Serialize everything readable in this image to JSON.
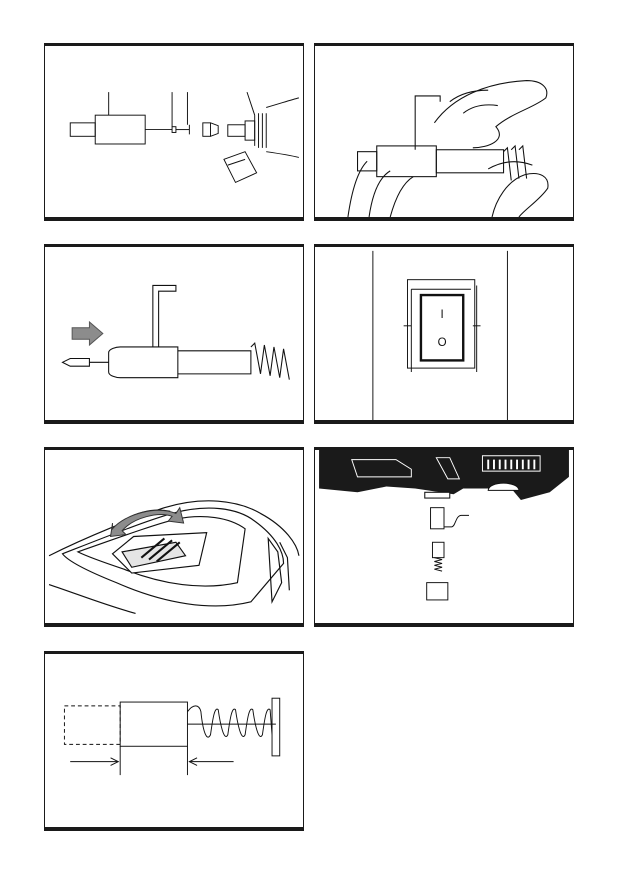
{
  "figures": [
    {
      "id": "fig-1",
      "subject": "accessory-parts-exploded"
    },
    {
      "id": "fig-2",
      "subject": "hand-assembly"
    },
    {
      "id": "fig-3",
      "subject": "insert-tool-with-wrench"
    },
    {
      "id": "fig-4",
      "subject": "on-off-switch"
    },
    {
      "id": "fig-5",
      "subject": "speed-dial"
    },
    {
      "id": "fig-6",
      "subject": "carbon-brush-replacement"
    },
    {
      "id": "fig-7",
      "subject": "carbon-brush-wear-limit"
    }
  ],
  "switch": {
    "on_symbol": "I",
    "off_symbol": "O"
  },
  "colors": {
    "ink": "#1a1a1a",
    "arrow_fill": "#8c8c8c",
    "paper": "#ffffff"
  }
}
